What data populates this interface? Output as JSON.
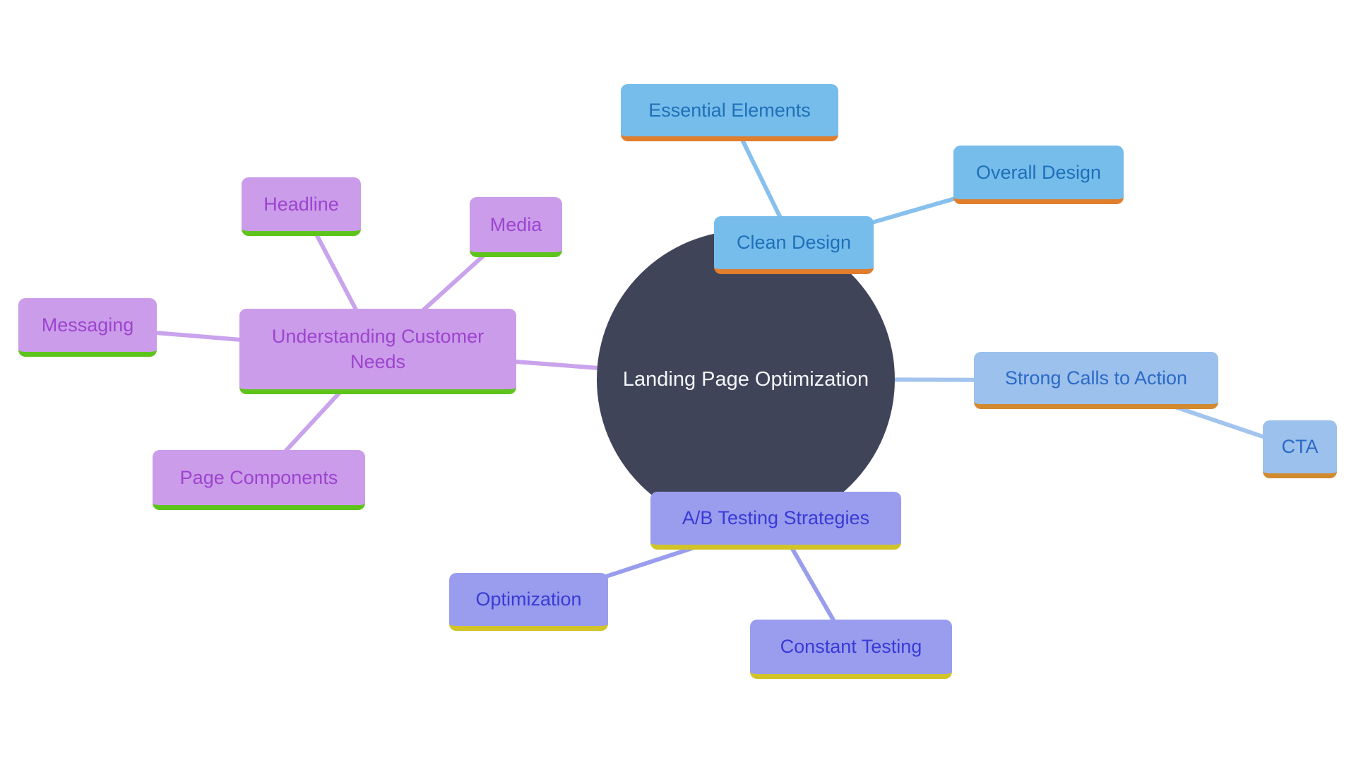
{
  "diagram": {
    "background_color": "#ffffff",
    "center": {
      "label": "Landing Page Optimization",
      "fill_color": "#404459",
      "text_color": "#f4f5f8"
    },
    "branches": [
      {
        "label": "Understanding Customer Needs",
        "fill_color": "#cb9ce9",
        "text_color": "#9d44cf",
        "underline_color": "#5ec41c",
        "line_color": "#c9a3ec",
        "children": [
          {
            "label": "Headline"
          },
          {
            "label": "Media"
          },
          {
            "label": "Messaging"
          },
          {
            "label": "Page Components"
          }
        ]
      },
      {
        "label": "Clean Design",
        "fill_color": "#76bdec",
        "text_color": "#1f70b8",
        "underline_color": "#e07e2d",
        "line_color": "#87c0ed",
        "children": [
          {
            "label": "Essential Elements"
          },
          {
            "label": "Overall Design"
          }
        ]
      },
      {
        "label": "Strong Calls to Action",
        "fill_color": "#9cc1ec",
        "text_color": "#2b6ac6",
        "underline_color": "#d28a2e",
        "line_color": "#a3c4ee",
        "children": [
          {
            "label": "CTA"
          }
        ]
      },
      {
        "label": "A/B Testing Strategies",
        "fill_color": "#9a9ded",
        "text_color": "#3a3ad6",
        "underline_color": "#d2c428",
        "line_color": "#9a9ded",
        "children": [
          {
            "label": "Optimization"
          },
          {
            "label": "Constant Testing"
          }
        ]
      }
    ]
  }
}
